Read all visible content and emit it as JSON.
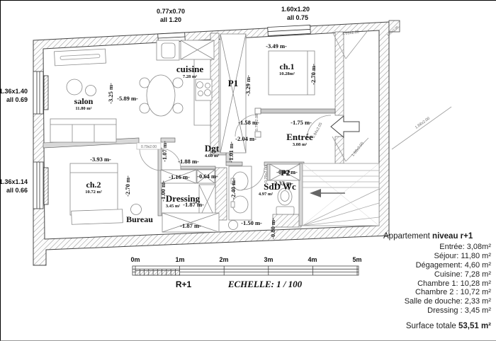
{
  "plan": {
    "rooms": [
      {
        "name": "salon",
        "area": "11.80 m²"
      },
      {
        "name": "cuisine",
        "area": "7.28 m²"
      },
      {
        "name": "ch.1",
        "area": "10.28m²"
      },
      {
        "name": "ch.2",
        "area": "10.72 m²"
      },
      {
        "name": "Entrée",
        "area": "3.08 m²"
      },
      {
        "name": "Dgt",
        "area": "4.60 m²"
      },
      {
        "name": "Dressing",
        "area": "3.45 m²"
      },
      {
        "name": "SdD Wc",
        "area": "4.97 m²"
      },
      {
        "name": "Bureau",
        "area": ""
      },
      {
        "name": "P1",
        "area": ""
      },
      {
        "name": "P2",
        "area": ""
      }
    ],
    "dims": [
      "-5.89 m-",
      "-3.25 m-",
      "-3.49 m-",
      "-3.29 m-",
      "-2.70 m-",
      "-1.58 m-",
      "-1.75 m-",
      "-2.04 m-",
      "-1.01 m-",
      "-1.07 m-",
      "-1.88 m-",
      "-3.93 m-",
      "-2.70 m-",
      "-1.16 m-",
      "-0.64 m-",
      "-1.00 m-",
      "-1.87 m-",
      "-1.87 m-",
      "-2.33 m-",
      "-2.40 m-",
      "-0.82 m-",
      "-1.50 m-",
      "-0.80 m-"
    ],
    "windows": [
      {
        "size": "0.77x0.70",
        "sill": "all 1.20"
      },
      {
        "size": "1.60x1.20",
        "sill": "all 0.75"
      },
      {
        "size": "1.36x1.40",
        "sill": "all 0.69"
      },
      {
        "size": "1.36x1.14",
        "sill": "all 0.66"
      }
    ],
    "door_labels": [
      "0.79x2.00",
      "0.79x2.00",
      "0.84x2.05",
      "1.65x2.00",
      "1.68x2.00",
      "0.79x2.00",
      "1.68x2.00",
      "1.68x2.00"
    ]
  },
  "scale": {
    "ticks": [
      "0m",
      "1m",
      "2m",
      "3m",
      "4m",
      "5m"
    ],
    "floor_label": "R+1",
    "scale_label": "ECHELLE: 1 / 100"
  },
  "legend": {
    "title_normal": "Appartement ",
    "title_bold": "niveau r+1",
    "items": [
      "Entrée: 3,08m²",
      "Séjour: 11,80 m²",
      "Dégagement: 4,60 m²",
      "Cuisine: 7,28 m²",
      "Chambre 1: 10,28 m²",
      "Chambre 2 : 10,72 m²",
      "Salle de douche: 2,33 m²",
      "Dressing : 3,45 m²"
    ],
    "total_label": "Surface totale ",
    "total_value": "53,51 m²"
  }
}
